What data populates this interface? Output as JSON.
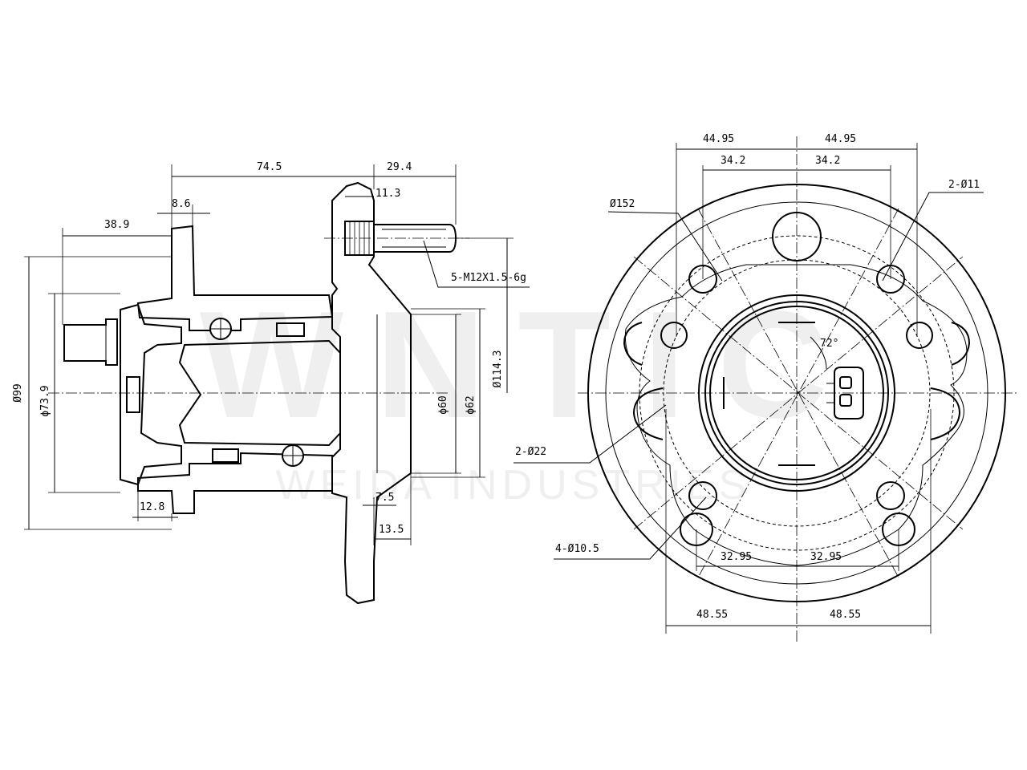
{
  "watermark": {
    "brand": "WNTIC",
    "tagline": "WEIDA INDUSTRIES"
  },
  "side_view": {
    "overall_length": "74.5",
    "stud_length": "29.4",
    "flange_thickness": "11.3",
    "pilot_width": "8.6",
    "hub_offset": "38.9",
    "body_diameter": "Ø99",
    "bore_diameter": "ϕ73.9",
    "rear_width": "12.8",
    "pilot_diameter_inner": "ϕ60",
    "pilot_diameter_outer": "ϕ62",
    "bolt_circle": "Ø114.3",
    "stud_thread": "5-M12X1.5-6g",
    "flange_step": "7.5",
    "flange_depth": "13.5"
  },
  "front_view": {
    "top_half_outer_left": "44.95",
    "top_half_outer_right": "44.95",
    "top_half_inner_left": "34.2",
    "top_half_inner_right": "34.2",
    "flange_diameter": "Ø152",
    "small_holes": "2-Ø11",
    "angle": "72°",
    "large_holes": "2-Ø22",
    "bolt_holes": "4-Ø10.5",
    "bottom_inner_left": "32.95",
    "bottom_inner_right": "32.95",
    "bottom_outer_left": "48.55",
    "bottom_outer_right": "48.55"
  }
}
